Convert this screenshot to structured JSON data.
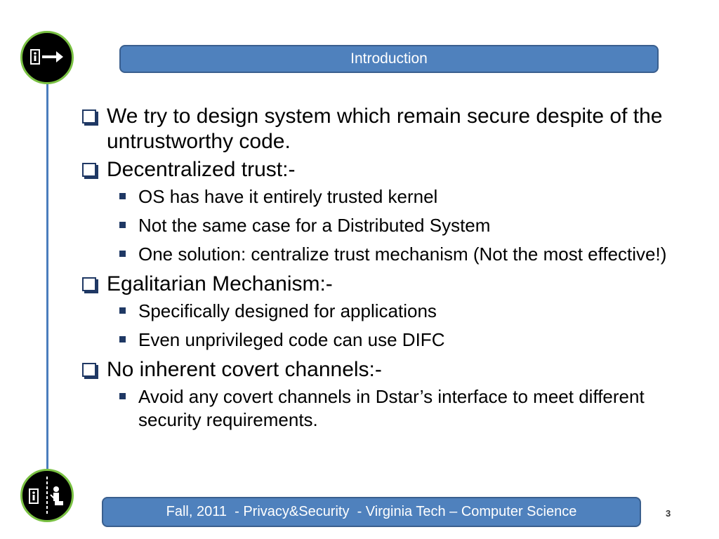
{
  "slide": {
    "title": "Introduction",
    "footer": "Fall, 2011  - Privacy&Security  - Virginia Tech – Computer Science",
    "page_number": "3",
    "accent_color": "#4f81bd",
    "logo_ring_color": "#7ac143"
  },
  "bullets": [
    {
      "text": "We try to design system which remain secure despite of the untrustworthy code.",
      "sub": []
    },
    {
      "text": "Decentralized trust:-",
      "sub": [
        "OS has have it entirely trusted kernel",
        "Not the same case for a Distributed System",
        "One solution: centralize trust mechanism (Not the most effective!)"
      ]
    },
    {
      "text": "Egalitarian Mechanism:-",
      "sub": [
        "Specifically designed for applications",
        "Even unprivileged code can use DIFC"
      ]
    },
    {
      "text": "No inherent covert channels:-",
      "sub": [
        "Avoid any covert channels in Dstar’s interface to meet different security requirements."
      ]
    }
  ],
  "icons": {
    "top_logo": "exit-door-arrow-icon",
    "bottom_logo": "door-guard-icon"
  }
}
